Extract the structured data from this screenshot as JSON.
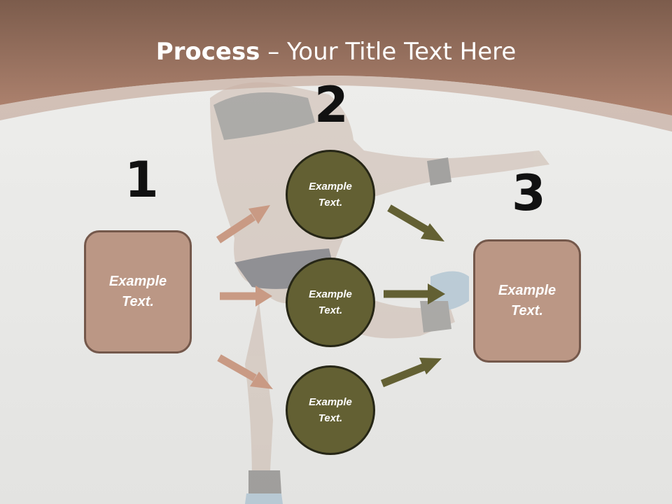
{
  "title": {
    "bold": "Process",
    "rest": " – Your Title Text Here"
  },
  "steps": [
    {
      "number": "1",
      "label": "Example\nText."
    },
    {
      "number": "2",
      "label": "Example\nText."
    },
    {
      "number": "3",
      "label": "Example\nText."
    }
  ],
  "middle_nodes": [
    {
      "label": "Example\nText."
    },
    {
      "label": "Example\nText."
    },
    {
      "label": "Example\nText."
    }
  ],
  "colors": {
    "header": "#a87862",
    "box_fill": "#bb9785",
    "box_border": "#74584b",
    "circle_fill": "#636033",
    "circle_border": "#262616",
    "arrow_left": "#c99a84",
    "arrow_right": "#636033"
  }
}
